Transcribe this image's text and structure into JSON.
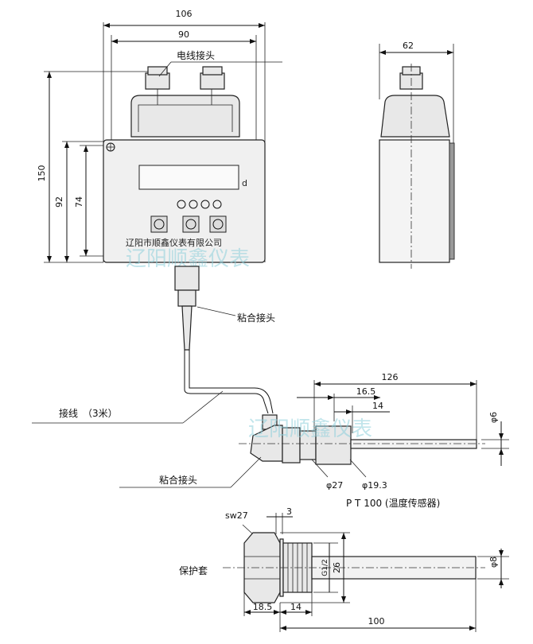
{
  "dimensions": {
    "top_width_outer": "106",
    "top_width_inner": "90",
    "side_width": "62",
    "height_total": "150",
    "height_92": "92",
    "height_74": "74",
    "sensor_len": "126",
    "sensor_16_5": "16.5",
    "sensor_14": "14",
    "sensor_phi6": "φ6",
    "phi27": "φ27",
    "phi19_3": "φ19.3",
    "sw27": "sw27",
    "sleeve_3": "3",
    "sleeve_g12": "G1/2",
    "sleeve_26": "26",
    "sleeve_phi8": "φ8",
    "sleeve_18_5": "18.5",
    "sleeve_14": "14",
    "sleeve_100": "100"
  },
  "labels": {
    "cable_connector": "电线接头",
    "adhesive_joint_top": "粘合接头",
    "cable": "接线　（3米）",
    "adhesive_joint_bottom": "粘合接头",
    "pt100": "P T 100 (温度传感器)",
    "sleeve": "保护套",
    "company": "辽阳市顺鑫仪表有限公司"
  },
  "watermark": {
    "text": "辽阳顺鑫仪表"
  },
  "colors": {
    "line": "#111111",
    "watermark": "#8fd0dc",
    "body_fill": "#e8e8e8"
  }
}
